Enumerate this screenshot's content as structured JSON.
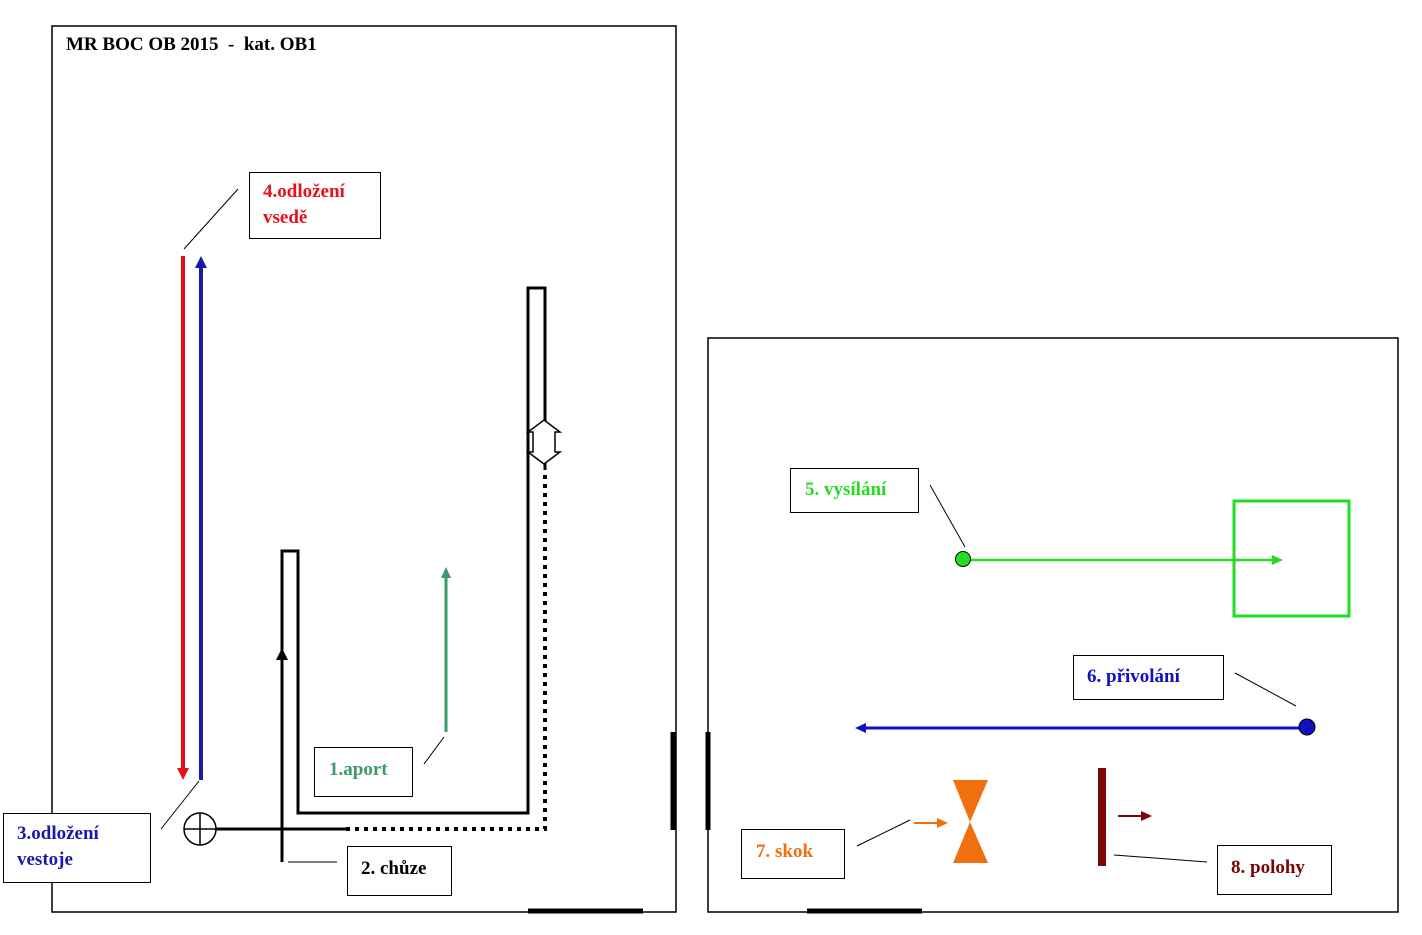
{
  "title": "MR BOC OB 2015  -  kat. OB1",
  "colors": {
    "aport": "#3a9a6a",
    "chuze": "#000000",
    "vestoje": "#1a1aa8",
    "vsede": "#e8101a",
    "vysilani": "#22dd22",
    "privolani": "#1010c0",
    "skok": "#f07010",
    "polohy": "#7a0606"
  },
  "exercises": [
    {
      "id": "aport",
      "label": "1.aport"
    },
    {
      "id": "chuze",
      "label": "2. chůze"
    },
    {
      "id": "vestoje",
      "label_line1": "3.odložení",
      "label_line2": "vestoje"
    },
    {
      "id": "vsede",
      "label_line1": "4.odložení",
      "label_line2": "vsedě"
    },
    {
      "id": "vysilani",
      "label": "5. vysílání"
    },
    {
      "id": "privolani",
      "label": "6. přivolání"
    },
    {
      "id": "skok",
      "label": "7. skok"
    },
    {
      "id": "polohy",
      "label": "8. polohy"
    }
  ]
}
